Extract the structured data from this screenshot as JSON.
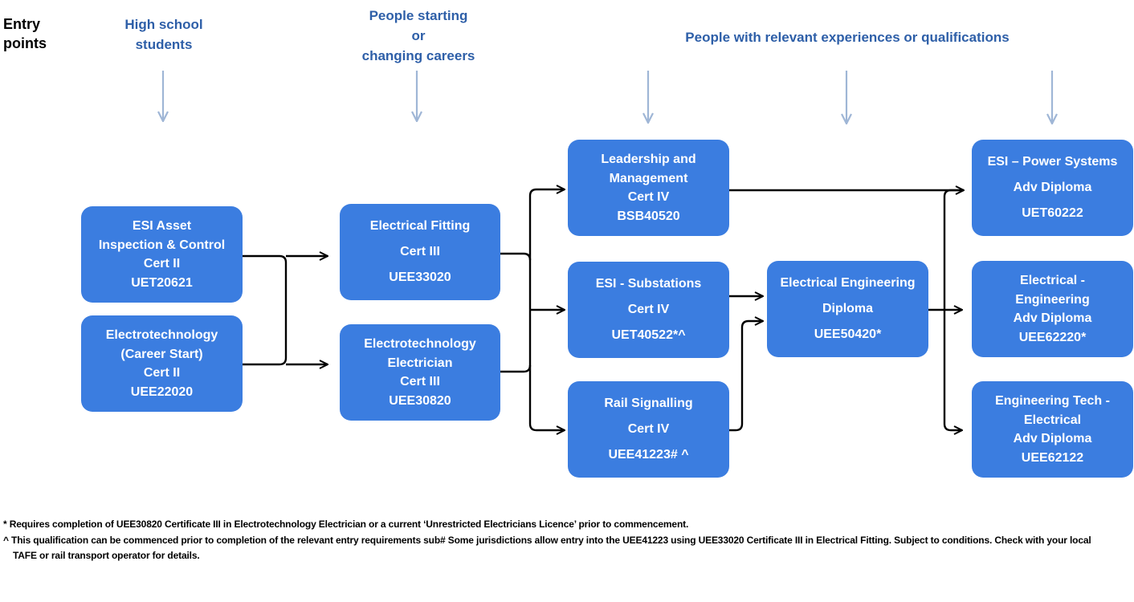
{
  "entry_points_label": "Entry\npoints",
  "audiences": {
    "high_school": "High school\nstudents",
    "careers": "People starting\nor\nchanging careers",
    "relevant": "People with relevant experiences or qualifications"
  },
  "boxes": {
    "esi_asset": [
      "ESI Asset",
      "Inspection & Control",
      "Cert II",
      "UET20621"
    ],
    "electrotech_career": [
      "Electrotechnology",
      "(Career Start)",
      "Cert II",
      "UEE22020"
    ],
    "electrical_fitting": [
      "Electrical Fitting",
      "Cert III",
      "UEE33020"
    ],
    "electrotech_electrician": [
      "Electrotechnology",
      "Electrician",
      "Cert III",
      "UEE30820"
    ],
    "leadership": [
      "Leadership and",
      "Management",
      "Cert IV",
      "BSB40520"
    ],
    "esi_substations": [
      "ESI - Substations",
      "Cert IV",
      "UET40522*^"
    ],
    "rail_signalling": [
      "Rail Signalling",
      "Cert IV",
      "UEE41223# ^"
    ],
    "electrical_engineering": [
      "Electrical Engineering",
      "Diploma",
      "UEE50420*"
    ],
    "esi_power": [
      "ESI – Power Systems",
      "Adv Diploma",
      "UET60222"
    ],
    "electrical_engineering_adv": [
      "Electrical -",
      "Engineering",
      "Adv Diploma",
      "UEE62220*"
    ],
    "engineering_tech": [
      "Engineering Tech -",
      "Electrical",
      "Adv Diploma",
      "UEE62122"
    ]
  },
  "footnotes": {
    "star": "* Requires completion of UEE30820 Certificate III in Electrotechnology Electrician or a current ‘Unrestricted Electricians Licence’ prior to commencement.",
    "caret_1": "^ This qualification can be commenced prior to completion of the relevant entry requirements sub# Some jurisdictions allow entry into the UEE41223 using UEE33020 Certificate III in Electrical Fitting. Subject to conditions. Check with your local",
    "caret_2": "TAFE or rail transport operator for details."
  },
  "colors": {
    "box": "#3b7de0",
    "audience_text": "#2e5fa8",
    "down_arrow": "#9fb6d6",
    "connector": "#000000"
  }
}
